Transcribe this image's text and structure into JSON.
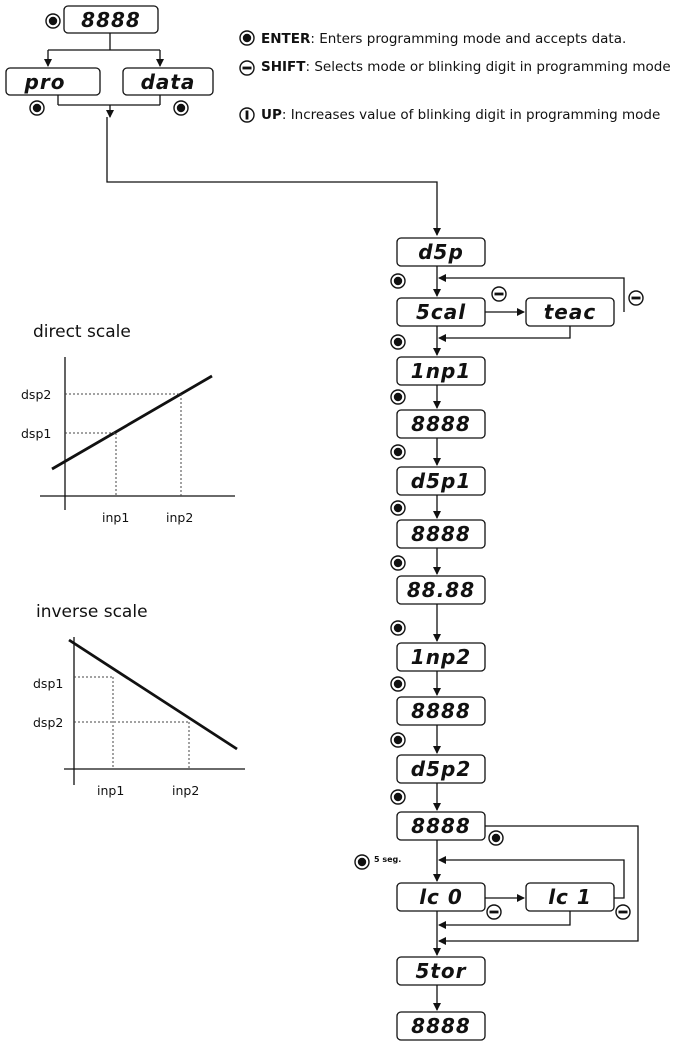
{
  "top_panel": {
    "main_display": "8888",
    "left_display": "pro",
    "right_display": "data"
  },
  "legend": [
    {
      "icon": "enter-icon",
      "key": "ENTER",
      "text": ": Enters programming mode and accepts data."
    },
    {
      "icon": "shift-icon",
      "key": "SHIFT",
      "text": ": Selects mode or blinking digit in programming mode"
    },
    {
      "icon": "up-icon",
      "key": "UP",
      "text": ": Increases value of blinking digit in programming mode"
    }
  ],
  "flow": {
    "d5p": "d5p",
    "scal": "5cal",
    "teac": "teac",
    "inp1": "1np1",
    "v1": "8888",
    "dsp1": "d5p1",
    "v2": "8888",
    "v3": "88.88",
    "inp2": "1np2",
    "v4": "8888",
    "dsp2": "d5p2",
    "v5": "8888",
    "lc0": "lc 0",
    "lc1": "lc 1",
    "stor": "5tor",
    "v6": "8888",
    "hold_label": "5 seg."
  },
  "direct_chart": {
    "title": "direct scale",
    "ylabels": [
      "dsp2",
      "dsp1"
    ],
    "xlabels": [
      "inp1",
      "inp2"
    ]
  },
  "inverse_chart": {
    "title": "inverse scale",
    "ylabels": [
      "dsp1",
      "dsp2"
    ],
    "xlabels": [
      "inp1",
      "inp2"
    ]
  }
}
